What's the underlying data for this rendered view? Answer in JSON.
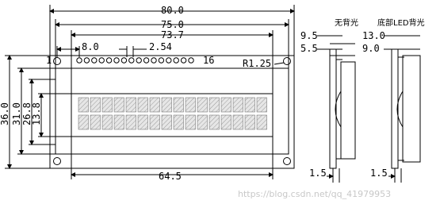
{
  "front": {
    "dims": {
      "overall_width": "80.0",
      "board_width": "75.0",
      "outline_width": "73.7",
      "pin_offset": "8.0",
      "pin_pitch": "2.54",
      "radius": "R1.25",
      "window_width": "64.5",
      "height_total": "36.0",
      "height_board": "31.0",
      "height_view": "26.8",
      "height_char": "13.8"
    },
    "pin_first": "1",
    "pin_last": "16"
  },
  "side_no_backlight": {
    "title": "无背光",
    "dim_top": "9.5",
    "dim_mid": "5.5",
    "dim_bottom": "1.5"
  },
  "side_backlight": {
    "title": "底部LED背光",
    "dim_top": "13.0",
    "dim_mid": "9.0",
    "dim_bottom": "1.5"
  },
  "watermark": "https://blog.csdn.net/qq_41979953",
  "colors": {
    "line": "#000000",
    "char_cell": "#d8d8d8"
  }
}
